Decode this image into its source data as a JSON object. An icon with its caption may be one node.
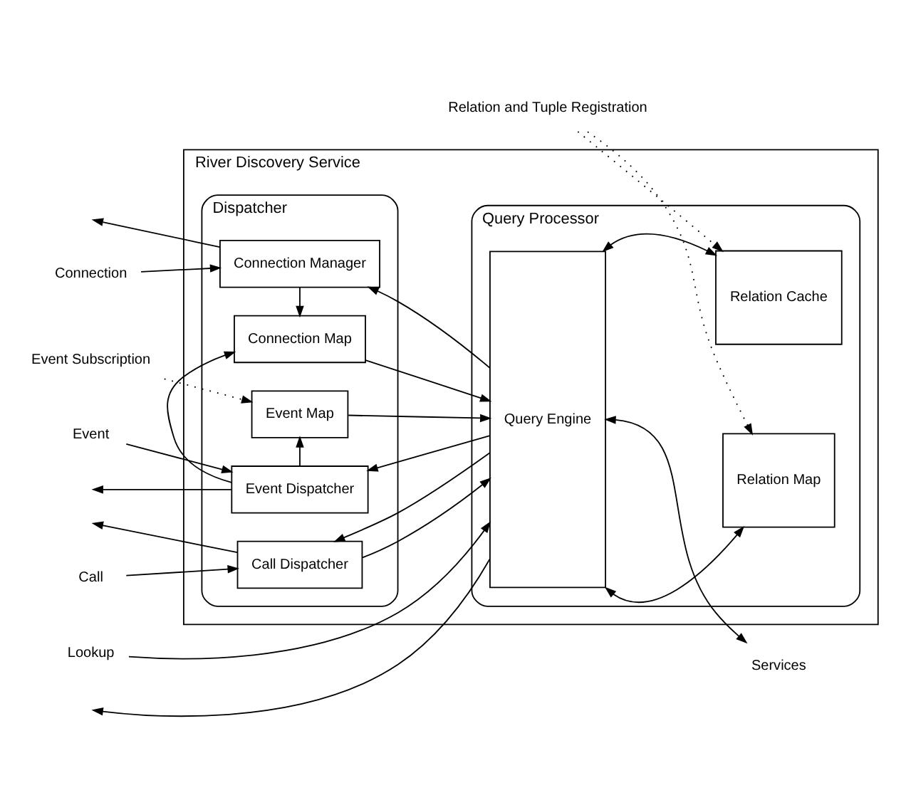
{
  "diagram": {
    "nodes": [
      {
        "text": [
          "River Discovery Service"
        ]
      },
      {
        "text": [
          "Query Processor"
        ],
        "in": 0
      },
      {
        "text": [
          "Query Engine"
        ],
        "in": 1
      },
      {
        "text": [
          "Relation Cache"
        ],
        "in": 1
      },
      {
        "text": [
          "Relation Map"
        ],
        "in": 1
      },
      {
        "text": [
          "Dispatcher"
        ],
        "in": 0
      },
      {
        "text": [
          "Call Dispatcher"
        ],
        "in": 5
      },
      {
        "text": [
          "Connection Manager"
        ],
        "in": 5
      },
      {
        "text": [
          "Connection Map"
        ],
        "in": 5
      },
      {
        "text": [
          "Event Map"
        ],
        "in": 5
      },
      {
        "text": [
          "Event Dispatcher"
        ],
        "in": 5
      },
      {
        "text": [
          "Lookup"
        ]
      },
      {
        "text": [
          "Call"
        ]
      },
      {
        "text": [
          "Connection"
        ]
      },
      {
        "text": [
          "Event"
        ]
      },
      {
        "text": [
          "Services"
        ]
      },
      {
        "text": [
          "Event Subscription"
        ]
      },
      {
        "text": [
          "Relation and Tuple Registration"
        ]
      }
    ],
    "edges": [
      {
        "from": 11,
        "to": 2,
        "arrow": "to"
      },
      {
        "from": 2,
        "to": null,
        "arrow": "to"
      },
      {
        "from": 12,
        "to": 6,
        "arrow": "to"
      },
      {
        "from": 6,
        "to": null,
        "arrow": "to"
      },
      {
        "from": 6,
        "to": 2,
        "arrow": "to"
      },
      {
        "from": 2,
        "to": 6,
        "arrow": "to"
      },
      {
        "from": 13,
        "to": 7,
        "arrow": "to"
      },
      {
        "from": 7,
        "to": null,
        "arrow": "to"
      },
      {
        "from": 2,
        "to": 7,
        "arrow": "to"
      },
      {
        "from": 7,
        "to": 8,
        "arrow": "to"
      },
      {
        "from": 8,
        "to": 2,
        "arrow": "to"
      },
      {
        "from": 10,
        "to": 8,
        "arrow": "to"
      },
      {
        "from": 10,
        "to": 9,
        "arrow": "to"
      },
      {
        "from": 9,
        "to": 2,
        "arrow": "to"
      },
      {
        "from": 14,
        "to": 10,
        "arrow": "to"
      },
      {
        "from": 10,
        "to": null,
        "arrow": "to"
      },
      {
        "from": 2,
        "to": 10,
        "arrow": "to"
      },
      {
        "from": 2,
        "to": 3,
        "arrow": "both"
      },
      {
        "from": 2,
        "to": 4,
        "arrow": "both"
      },
      {
        "from": 2,
        "to": 15,
        "arrow": "both"
      },
      {
        "from": 16,
        "to": 9,
        "arrow": "to",
        "style": "dashed"
      },
      {
        "from": 17,
        "to": 3,
        "arrow": "to",
        "style": "dashed"
      },
      {
        "from": 17,
        "to": 4,
        "arrow": "to",
        "style": "dashed"
      }
    ]
  }
}
